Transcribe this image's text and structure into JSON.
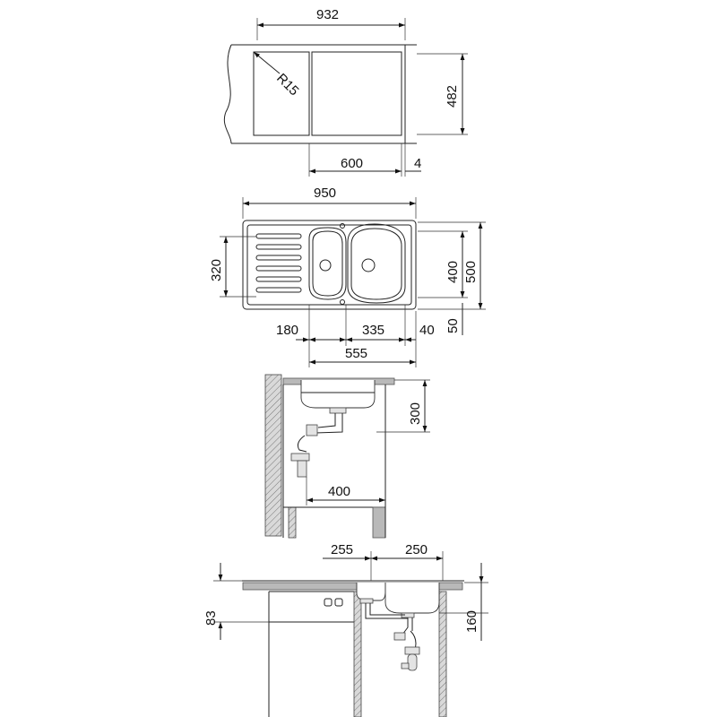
{
  "dimensions": {
    "cutout_width": "932",
    "corner_radius": "R15",
    "cutout_depth": "482",
    "bowl_span": "600",
    "edge_gap": "4",
    "sink_width": "950",
    "drainer_depth": "320",
    "bowl_area_depth": "400",
    "sink_depth": "500",
    "small_bowl_width": "180",
    "main_bowl_width": "335",
    "right_margin": "40",
    "bowls_total": "555",
    "rear_margin": "50",
    "waste_height": "300",
    "waste_reach": "400",
    "drawer_height": "83",
    "small_bowl_center": "255",
    "main_bowl_center": "250",
    "bowl_depth": "160"
  }
}
